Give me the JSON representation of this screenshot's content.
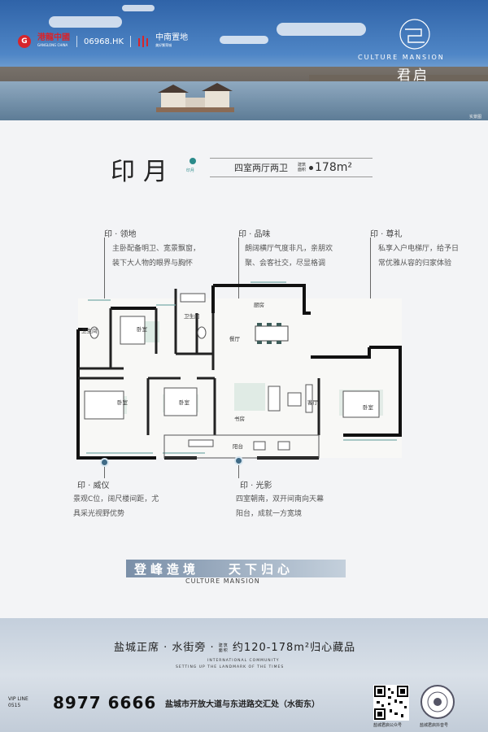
{
  "header": {
    "developer1_name": "港龍中國",
    "developer1_en": "GANGLONG CHINA",
    "stock_code": "06968.HK",
    "developer2_name": "中南置地",
    "developer2_sub": "美好繁荣城",
    "culture": "CULTURE MANSION",
    "project_name": "君启",
    "photo_credit": "实景图",
    "logo_char": "G"
  },
  "unit": {
    "name": "印月",
    "seal": "印月",
    "rooms": "四室两厅两卫",
    "area_label": "建筑面积",
    "area": "178m²"
  },
  "callouts": [
    {
      "title": "印 · 领地",
      "text": [
        "主卧配备明卫、宽景飘窗，",
        "装下大人物的眼界与胸怀"
      ]
    },
    {
      "title": "印 · 品味",
      "text": [
        "朗阔横厅气度非凡，亲朋欢",
        "聚、会客社交，尽显格调"
      ]
    },
    {
      "title": "印 · 尊礼",
      "text": [
        "私享入户电梯厅，给予日",
        "常优雅从容的归家体验"
      ]
    },
    {
      "title": "印 · 威仪",
      "text": [
        "景观C位，阔尺楼间距，尤",
        "具采光视野优势"
      ]
    },
    {
      "title": "印 · 光影",
      "text": [
        "四室朝南，双开间南向天幕",
        "阳台，成就一方宽境"
      ]
    }
  ],
  "rooms": {
    "bathroom1": "卫生间",
    "bathroom2": "卫生间",
    "bedroom1": "卧室",
    "bedroom2": "卧室",
    "bedroom3": "卧室",
    "bedroom4": "卧室",
    "kitchen": "厨房",
    "dining": "餐厅",
    "living": "客厅",
    "study": "书房",
    "balcony": "阳台"
  },
  "slogan": {
    "part1": "登峰造境",
    "part2": "天下归心",
    "en": "CULTURE MANSION"
  },
  "footer": {
    "main_pre": "盐城正席 · 水街旁 · ",
    "area_label": "建筑面积",
    "main_post": " 约120-178m²归心藏品",
    "en1": "INTERNATIONAL COMMUNITY",
    "en2": "SETTING UP THE LANDMARK OF THE TIMES",
    "vip1": "VIP LINE",
    "vip2": "0515",
    "phone": "8977 6666",
    "address": "盐城市开放大道与东进路交汇处（水街东）",
    "qr_caption": "盐城君启公众号",
    "seal_caption": "盐城君启抖音号"
  },
  "colors": {
    "accent_red": "#d6252c",
    "leader_dot": "#3f6a86",
    "wall": "#111111",
    "slogan_band": "#7a8fa8"
  }
}
